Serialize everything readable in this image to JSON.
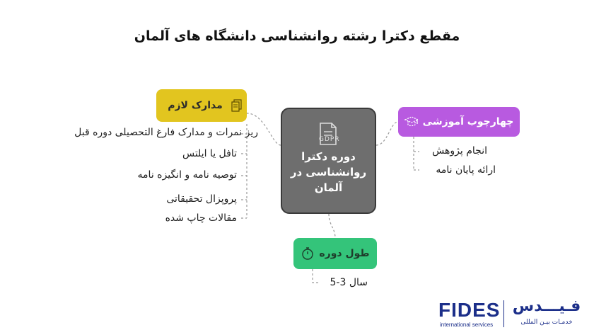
{
  "title": "مقطع دکترا رشته روانشناسی دانشگاه های آلمان",
  "center": {
    "label": "دوره دکترا روانشناسی در آلمان",
    "icon_text": "GDPR",
    "icon": "document-icon"
  },
  "branches": {
    "requirements": {
      "label": "مدارک لازم",
      "icon": "documents-icon",
      "color": "#e2c51f",
      "items": [
        "ریز نمرات و مدارک فارغ التحصیلی دوره قبل",
        "تافل یا ایلتس",
        "توصیه نامه و انگیزه نامه",
        "پروپزال تحقیقاتی",
        "مقالات چاپ شده"
      ]
    },
    "framework": {
      "label": "چهارچوب آموزشی",
      "icon": "graduation-cap-icon",
      "color": "#b85ae0",
      "items": [
        "انجام پژوهش",
        "ارائه پایان نامه"
      ]
    },
    "duration": {
      "label": "طول دوره",
      "icon": "stopwatch-icon",
      "color": "#34c47a",
      "items": [
        "سال 3-5"
      ]
    }
  },
  "logo": {
    "en": "FIDES",
    "en_sub": "international services",
    "fa": "فـیـــدس",
    "fa_sub": "خدمـات بیـن المللی"
  }
}
